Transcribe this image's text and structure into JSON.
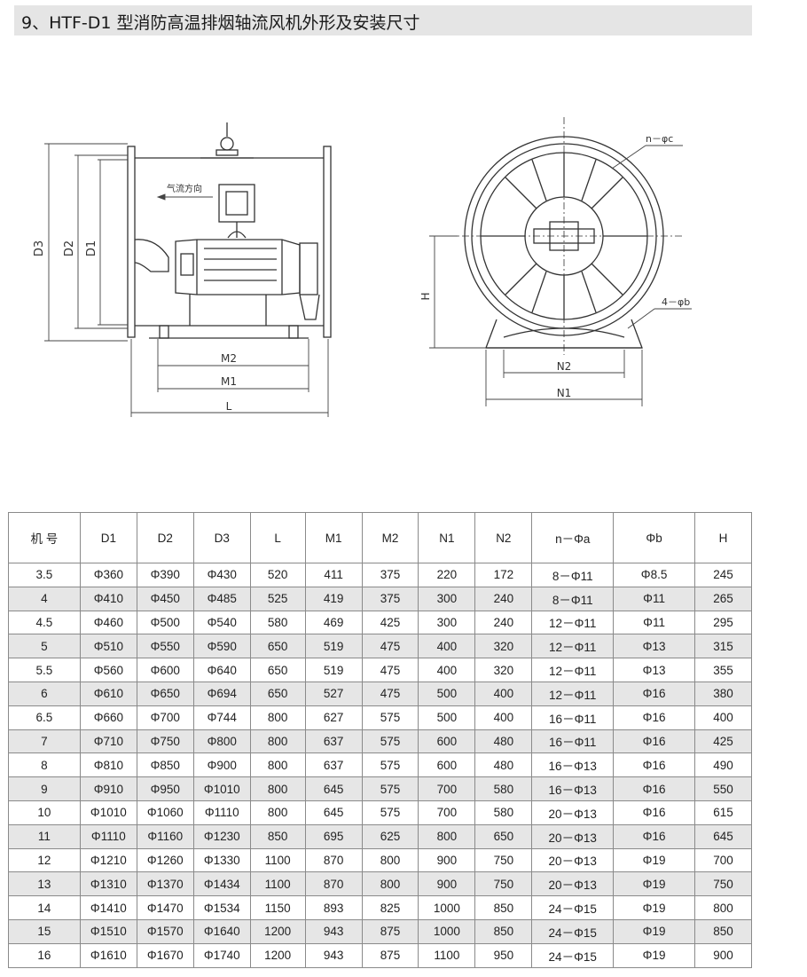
{
  "title": "9、HTF-D1 型消防高温排烟轴流风机外形及安装尺寸",
  "drawing_labels": {
    "side": {
      "d3": "D3",
      "d2": "D2",
      "d1": "D1",
      "airflow": "气流方向",
      "m2": "M2",
      "m1": "M1",
      "l": "L"
    },
    "front": {
      "n_phi_c": "n－φc",
      "h": "H",
      "four_phi_b": "4－φb",
      "n2": "N2",
      "n1": "N1"
    }
  },
  "table": {
    "headers": [
      "机 号",
      "D1",
      "D2",
      "D3",
      "L",
      "M1",
      "M2",
      "N1",
      "N2",
      "n－Φa",
      "Φb",
      "H"
    ],
    "rows": [
      [
        "3.5",
        "Φ360",
        "Φ390",
        "Φ430",
        "520",
        "411",
        "375",
        "220",
        "172",
        "8－Φ11",
        "Φ8.5",
        "245"
      ],
      [
        "4",
        "Φ410",
        "Φ450",
        "Φ485",
        "525",
        "419",
        "375",
        "300",
        "240",
        "8－Φ11",
        "Φ11",
        "265"
      ],
      [
        "4.5",
        "Φ460",
        "Φ500",
        "Φ540",
        "580",
        "469",
        "425",
        "300",
        "240",
        "12－Φ11",
        "Φ11",
        "295"
      ],
      [
        "5",
        "Φ510",
        "Φ550",
        "Φ590",
        "650",
        "519",
        "475",
        "400",
        "320",
        "12－Φ11",
        "Φ13",
        "315"
      ],
      [
        "5.5",
        "Φ560",
        "Φ600",
        "Φ640",
        "650",
        "519",
        "475",
        "400",
        "320",
        "12－Φ11",
        "Φ13",
        "355"
      ],
      [
        "6",
        "Φ610",
        "Φ650",
        "Φ694",
        "650",
        "527",
        "475",
        "500",
        "400",
        "12－Φ11",
        "Φ16",
        "380"
      ],
      [
        "6.5",
        "Φ660",
        "Φ700",
        "Φ744",
        "800",
        "627",
        "575",
        "500",
        "400",
        "16－Φ11",
        "Φ16",
        "400"
      ],
      [
        "7",
        "Φ710",
        "Φ750",
        "Φ800",
        "800",
        "637",
        "575",
        "600",
        "480",
        "16－Φ11",
        "Φ16",
        "425"
      ],
      [
        "8",
        "Φ810",
        "Φ850",
        "Φ900",
        "800",
        "637",
        "575",
        "600",
        "480",
        "16－Φ13",
        "Φ16",
        "490"
      ],
      [
        "9",
        "Φ910",
        "Φ950",
        "Φ1010",
        "800",
        "645",
        "575",
        "700",
        "580",
        "16－Φ13",
        "Φ16",
        "550"
      ],
      [
        "10",
        "Φ1010",
        "Φ1060",
        "Φ1110",
        "800",
        "645",
        "575",
        "700",
        "580",
        "20－Φ13",
        "Φ16",
        "615"
      ],
      [
        "11",
        "Φ1110",
        "Φ1160",
        "Φ1230",
        "850",
        "695",
        "625",
        "800",
        "650",
        "20－Φ13",
        "Φ16",
        "645"
      ],
      [
        "12",
        "Φ1210",
        "Φ1260",
        "Φ1330",
        "1100",
        "870",
        "800",
        "900",
        "750",
        "20－Φ13",
        "Φ19",
        "700"
      ],
      [
        "13",
        "Φ1310",
        "Φ1370",
        "Φ1434",
        "1100",
        "870",
        "800",
        "900",
        "750",
        "20－Φ13",
        "Φ19",
        "750"
      ],
      [
        "14",
        "Φ1410",
        "Φ1470",
        "Φ1534",
        "1150",
        "893",
        "825",
        "1000",
        "850",
        "24－Φ15",
        "Φ19",
        "800"
      ],
      [
        "15",
        "Φ1510",
        "Φ1570",
        "Φ1640",
        "1200",
        "943",
        "875",
        "1000",
        "850",
        "24－Φ15",
        "Φ19",
        "850"
      ],
      [
        "16",
        "Φ1610",
        "Φ1670",
        "Φ1740",
        "1200",
        "943",
        "875",
        "1100",
        "950",
        "24－Φ15",
        "Φ19",
        "900"
      ]
    ]
  }
}
